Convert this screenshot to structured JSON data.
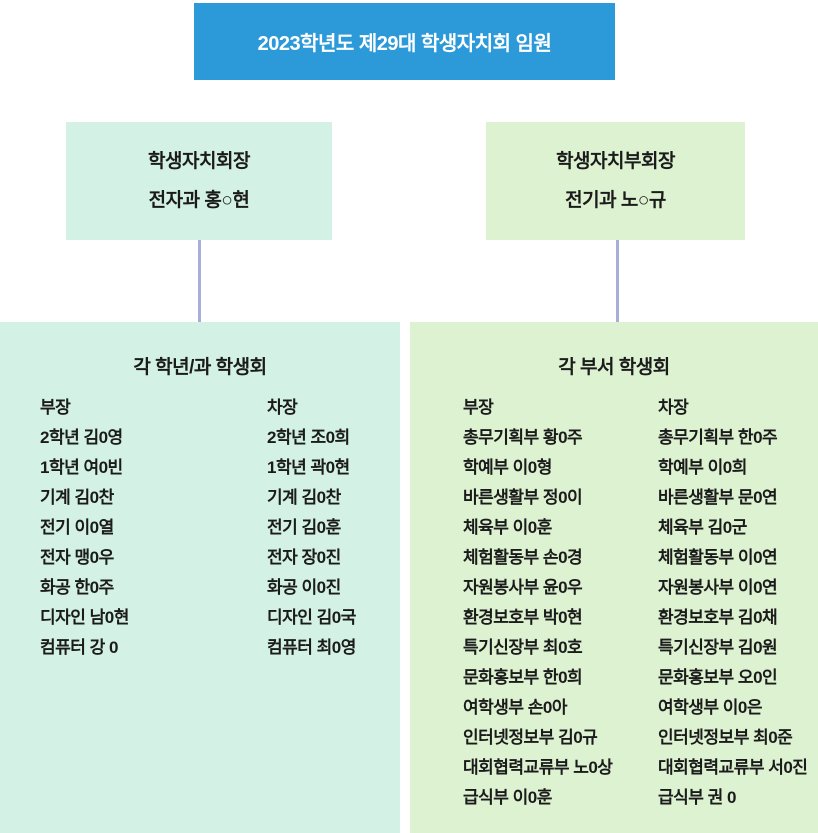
{
  "title": "2023학년도 제29대 학생자치회 임원",
  "president_box": {
    "role": "학생자치회장",
    "name": "전자과 홍○현"
  },
  "vice_president_box": {
    "role": "학생자치부회장",
    "name": "전기과 노○규"
  },
  "left_panel": {
    "title": "각 학년/과 학생회",
    "columns": [
      {
        "header": "부장",
        "items": [
          "2학년 김0영",
          "1학년 여0빈",
          "기계 김0찬",
          "전기 이0열",
          "전자 맹0우",
          "화공 한0주",
          "디자인 남0현",
          "컴퓨터 강 0"
        ]
      },
      {
        "header": "차장",
        "items": [
          "2학년 조0희",
          "1학년 곽0현",
          "기계 김0찬",
          "전기 김0훈",
          "전자 장0진",
          "화공 이0진",
          "디자인 김0국",
          "컴퓨터 최0영"
        ]
      }
    ]
  },
  "right_panel": {
    "title": "각 부서 학생회",
    "columns": [
      {
        "header": "부장",
        "items": [
          "총무기획부 황0주",
          "학예부 이0형",
          "바른생활부 정0이",
          "체육부 이0훈",
          "체험활동부 손0경",
          "자원봉사부 윤0우",
          "환경보호부 박0현",
          "특기신장부 최0호",
          "문화홍보부 한0희",
          "여학생부 손0아",
          "인터넷정보부 김0규",
          "대회협력교류부 노0상",
          "급식부 이0훈"
        ]
      },
      {
        "header": "차장",
        "items": [
          "총무기획부 한0주",
          "학예부 이0희",
          "바른생활부 문0연",
          "체육부 김0군",
          "체험활동부 이0연",
          "자원봉사부 이0연",
          "환경보호부 김0채",
          "특기신장부 김0원",
          "문화홍보부 오0인",
          "여학생부 이0은",
          "인터넷정보부 최0준",
          "대회협력교류부 서0진",
          "급식부 권 0"
        ]
      }
    ]
  },
  "colors": {
    "header_bg": "#2c99d9",
    "mint_bg": "#d3f1e4",
    "green_bg": "#ddf2d1",
    "connector": "#a8aed9",
    "text": "#1b1b1b",
    "header_text": "#ffffff"
  }
}
